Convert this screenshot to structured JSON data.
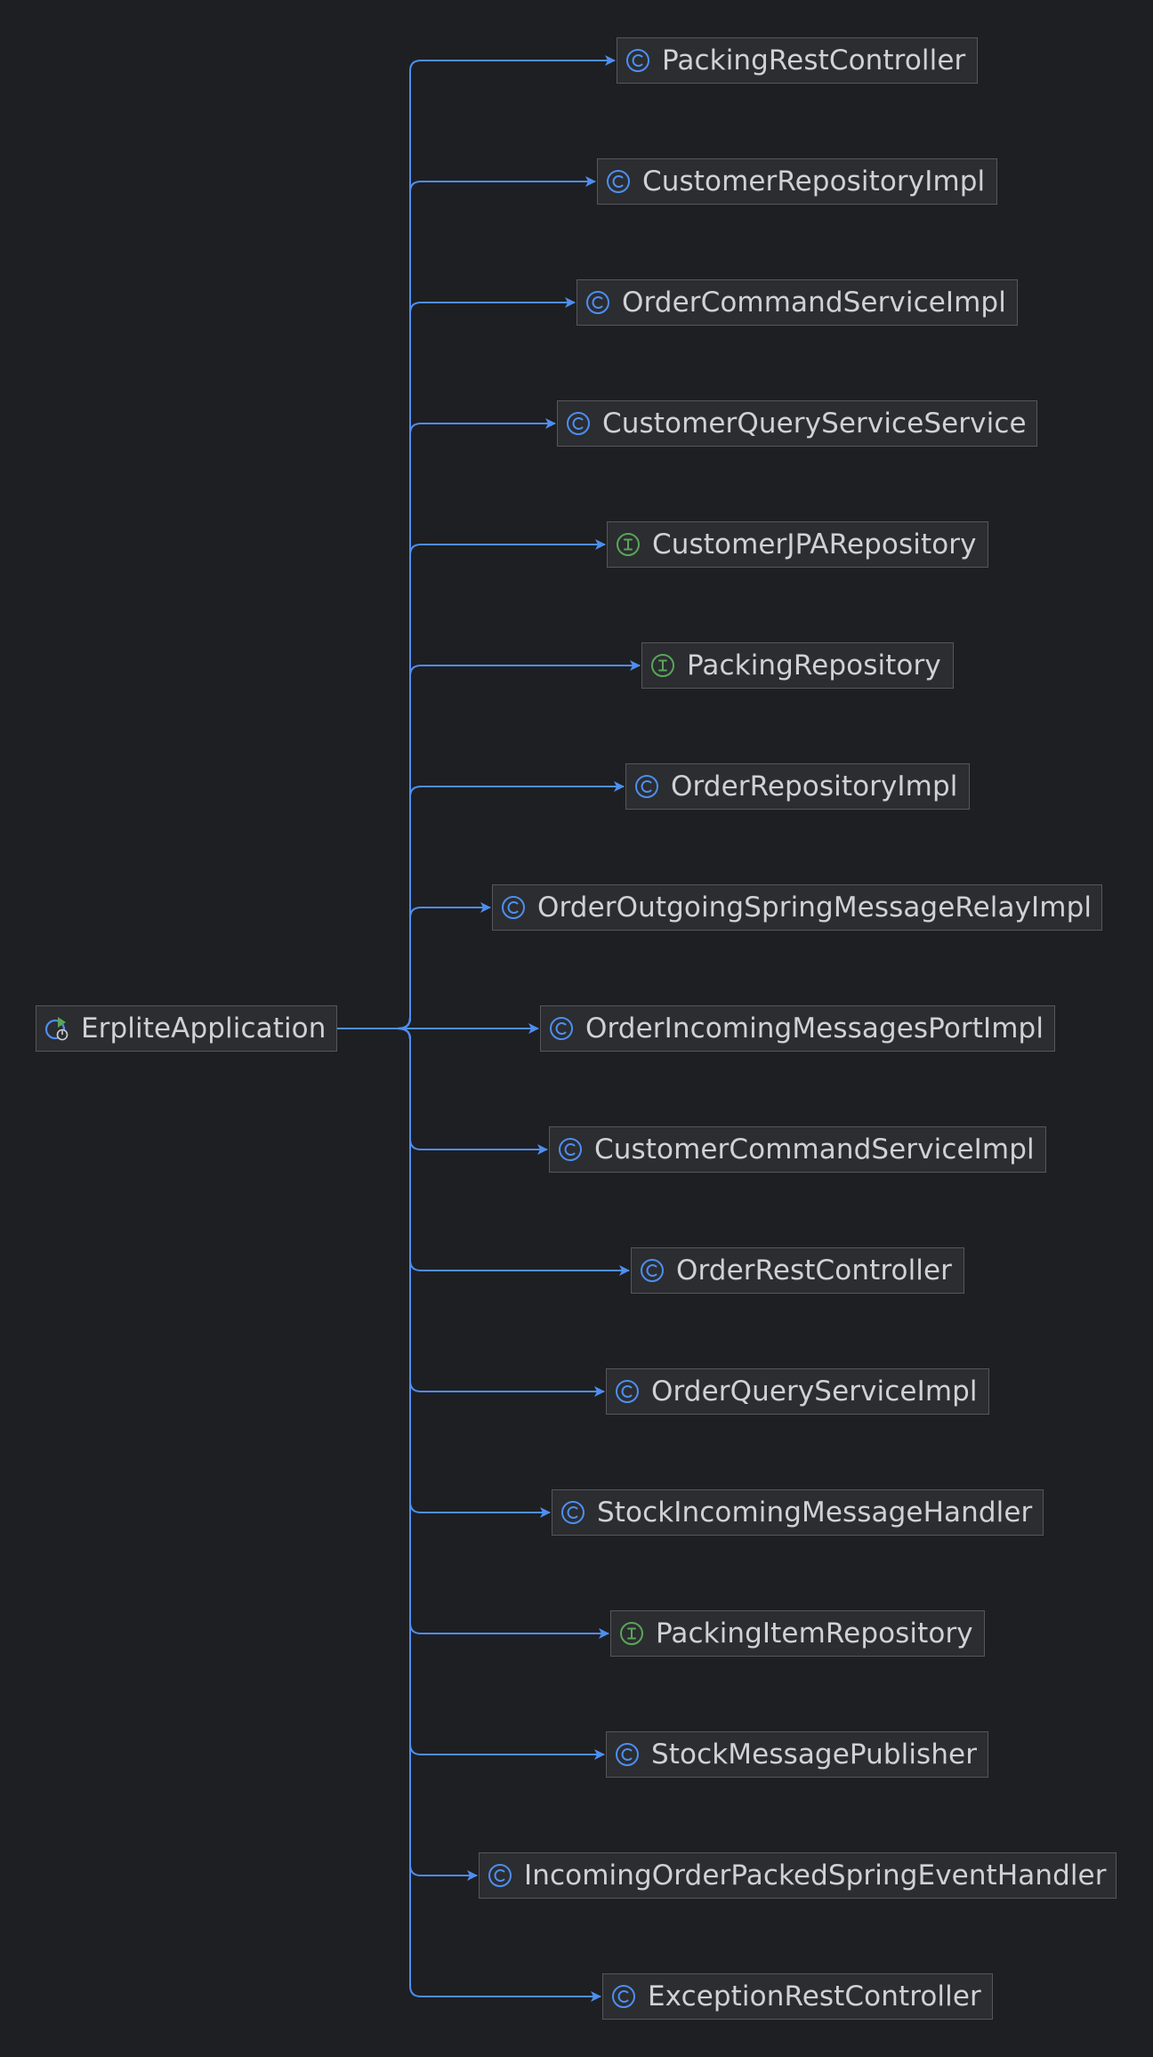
{
  "diagram": {
    "root": {
      "label": "ErpliteApplication",
      "kind": "spring-boot-application"
    },
    "dependencies": [
      {
        "label": "PackingRestController",
        "kind": "class"
      },
      {
        "label": "CustomerRepositoryImpl",
        "kind": "class"
      },
      {
        "label": "OrderCommandServiceImpl",
        "kind": "class"
      },
      {
        "label": "CustomerQueryServiceService",
        "kind": "class"
      },
      {
        "label": "CustomerJPARepository",
        "kind": "interface"
      },
      {
        "label": "PackingRepository",
        "kind": "interface"
      },
      {
        "label": "OrderRepositoryImpl",
        "kind": "class"
      },
      {
        "label": "OrderOutgoingSpringMessageRelayImpl",
        "kind": "class"
      },
      {
        "label": "OrderIncomingMessagesPortImpl",
        "kind": "class"
      },
      {
        "label": "CustomerCommandServiceImpl",
        "kind": "class"
      },
      {
        "label": "OrderRestController",
        "kind": "class"
      },
      {
        "label": "OrderQueryServiceImpl",
        "kind": "class"
      },
      {
        "label": "StockIncomingMessageHandler",
        "kind": "class"
      },
      {
        "label": "PackingItemRepository",
        "kind": "interface"
      },
      {
        "label": "StockMessagePublisher",
        "kind": "class"
      },
      {
        "label": "IncomingOrderPackedSpringEventHandler",
        "kind": "class"
      },
      {
        "label": "ExceptionRestController",
        "kind": "class"
      }
    ],
    "colors": {
      "background": "#1e1f22",
      "node_fill": "#2b2d30",
      "node_border": "#55575c",
      "edge": "#4e8ef0",
      "label": "#cfd1d6",
      "class_icon": "#4e8ef0",
      "interface_icon": "#5aa55a",
      "application_icon_play": "#5aa55a"
    }
  }
}
